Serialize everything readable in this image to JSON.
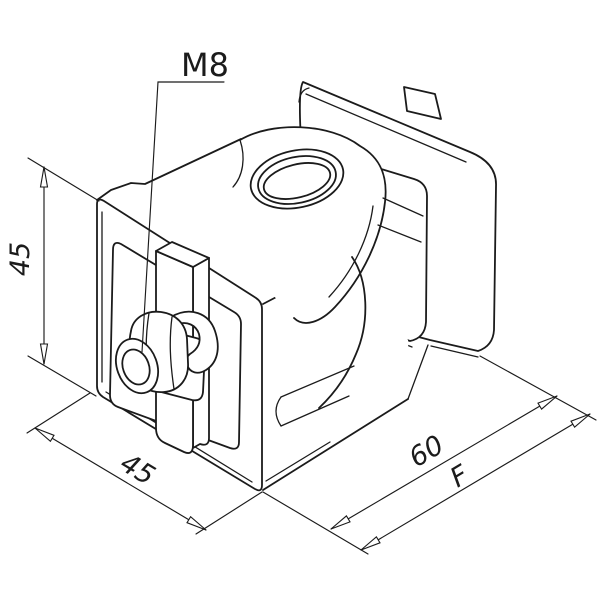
{
  "drawing": {
    "background": "#ffffff",
    "line_color": "#1b1b1b",
    "kind": "isometric technical line drawing of a hinged joint for 45x45 profile with mounting plate"
  },
  "annotations": {
    "thread_label": "M8",
    "dim_height": "45",
    "dim_width": "45",
    "dim_plate_width": "60",
    "dim_plate_length": "F"
  }
}
